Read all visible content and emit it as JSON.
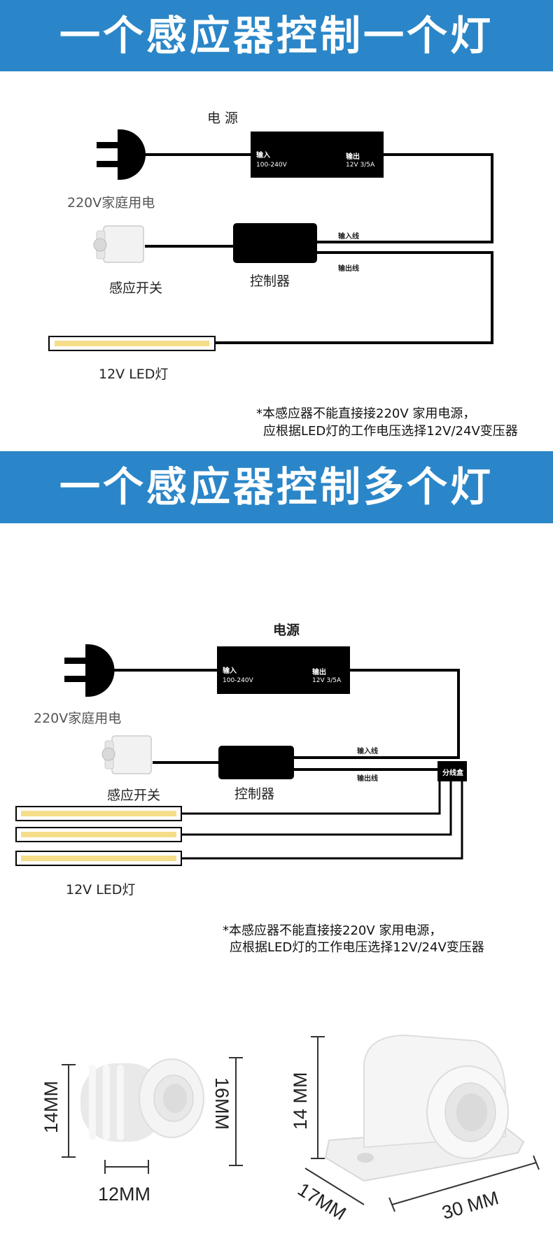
{
  "section1": {
    "title": "一个感应器控制一个灯",
    "power_label": "电 源",
    "power_in_label": "输入",
    "power_in_value": "100-240V",
    "power_out_label": "输出",
    "power_out_value": "12V  3/5A",
    "mains_label": "220V家庭用电",
    "sensor_label": "感应开关",
    "controller_label": "控制器",
    "input_wire_label": "输入线",
    "output_wire_label": "输出线",
    "led_label": "12V LED灯",
    "note_line1": "*本感应器不能直接接220V 家用电源，",
    "note_line2": "应根据LED灯的工作电压选择12V/24V变压器"
  },
  "section2": {
    "title": "一个感应器控制多个灯",
    "power_label": "电源",
    "power_in_label": "输入",
    "power_in_value": "100-240V",
    "power_out_label": "输出",
    "power_out_value": "12V  3/5A",
    "mains_label": "220V家庭用电",
    "sensor_label": "感应开关",
    "controller_label": "控制器",
    "input_wire_label": "输入线",
    "output_wire_label": "输出线",
    "junction_label": "分线盒",
    "led_label": "12V LED灯",
    "note_line1": "*本感应器不能直接接220V 家用电源，",
    "note_line2": "应根据LED灯的工作电压选择12V/24V变压器"
  },
  "dimensions": {
    "round_height": "14MM",
    "round_diameter": "16MM",
    "round_width": "12MM",
    "bracket_height": "14 MM",
    "bracket_depth": "17MM",
    "bracket_length": "30 MM"
  }
}
